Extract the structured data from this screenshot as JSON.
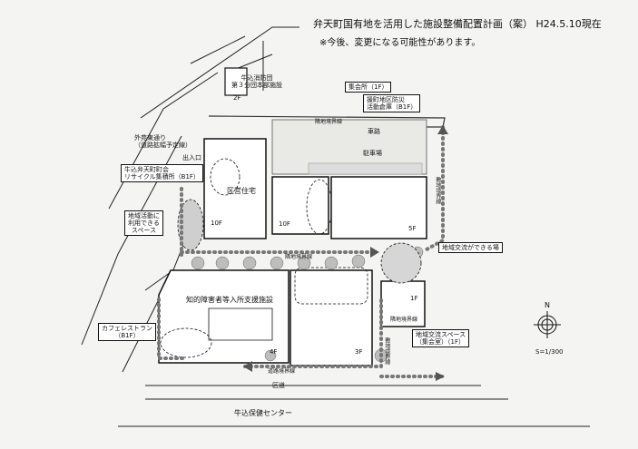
{
  "title": "弁天町国有地を活用した施設整備配置計画（案） H24.5.10現在",
  "note": "※今後、変更になる可能性があります。",
  "labels": {
    "fire_station": "牛込消防団\n第３分団本部施設",
    "fire_station_floor": "2F",
    "gaien_street": "外苑東通り\n（道路拡幅予定線）",
    "recycle_depot": "牛込弁天町町会\nリサイクル集積所（B1F）",
    "entrance": "出入口",
    "community_space": "地域活動に\n利用できる\nスペース",
    "ward_housing": "区営住宅",
    "ward_housing_floor": "10F",
    "building2_floor": "10F",
    "building3_floor": "5F",
    "meeting_room": "集会所（1F）",
    "disaster_storage": "援町地区防災\n活動倉庫（B1F）",
    "boundary_north": "隣地境界線",
    "road_top": "車路",
    "parking": "駐車場",
    "site_boundary_vertical": "敷地境界線",
    "exchange_place": "地域交流ができる場",
    "boundary_middle": "隣地境界線",
    "disabled_facility": "知的障害者等入所支援施設",
    "cafe": "カフェレストラン\n（B1F）",
    "floor_4f": "4F",
    "floor_3f": "3F",
    "floor_1f": "1F",
    "boundary_small_1": "隣地境界線",
    "exchange_space": "地域交流スペース\n（集会室）（1F）",
    "boundary_small_2": "敷地境界線",
    "boundary_bottom": "道路境界線",
    "road_bottom": "区道",
    "health_center": "牛込保健センター",
    "north": "N",
    "scale": "S=1/300"
  }
}
